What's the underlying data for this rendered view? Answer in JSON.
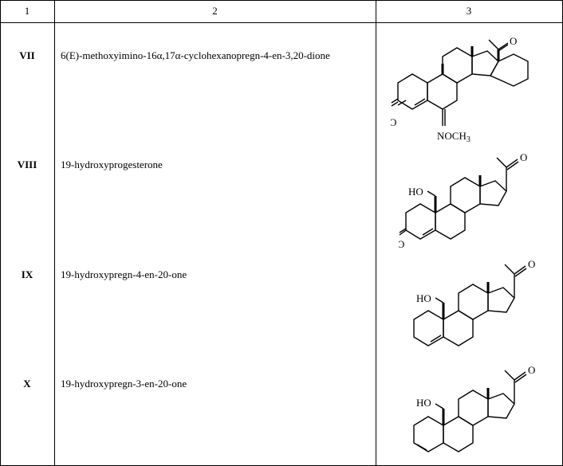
{
  "table": {
    "headers": [
      "1",
      "2",
      "3"
    ],
    "rows": [
      {
        "number": "VII",
        "name": "6(E)-methoxyimino-16α,17α-cyclohexanopregn-4-en-3,20-dione",
        "structure": {
          "ketone_o": "O",
          "oxo3": "O",
          "oxime": "NOCH",
          "oxime_sub": "3"
        }
      },
      {
        "number": "VIII",
        "name": "19-hydroxyprogesterone",
        "structure": {
          "ketone_o": "O",
          "ho": "HO",
          "oxo3": "O"
        }
      },
      {
        "number": "IX",
        "name": "19-hydroxypregn-4-en-20-one",
        "structure": {
          "ketone_o": "O",
          "ho": "HO"
        }
      },
      {
        "number": "X",
        "name": "19-hydroxypregn-3-en-20-one",
        "structure": {
          "ketone_o": "O",
          "ho": "HO"
        }
      }
    ]
  }
}
